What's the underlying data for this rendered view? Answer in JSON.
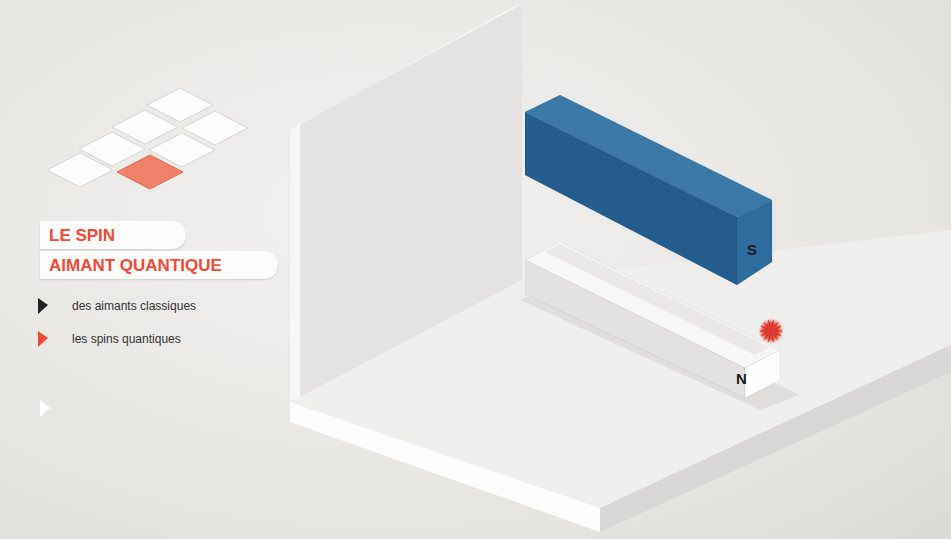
{
  "diagram": {
    "title": "LE SPIN",
    "nodes": [
      {
        "text": [
          "S"
        ]
      },
      {
        "text": [
          "N"
        ]
      }
    ],
    "labels": [
      "AIMANT QUANTIQUE",
      "des aimants classiques",
      "les spins quantiques"
    ]
  }
}
